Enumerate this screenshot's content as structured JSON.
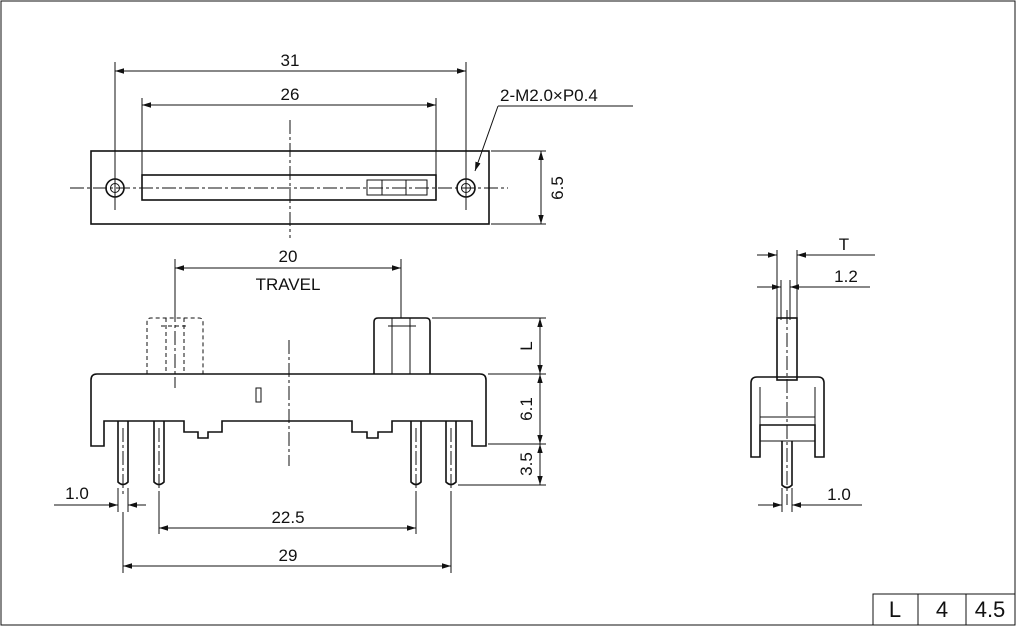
{
  "top_view": {
    "overall_width": "31",
    "hole_pitch": "26",
    "thread_note": "2-M2.0×P0.4",
    "height": "6.5"
  },
  "front_view": {
    "travel_value": "20",
    "travel_label": "TRAVEL",
    "lever_height": "L",
    "body_height": "6.1",
    "pin_length": "3.5",
    "pin_width": "1.0",
    "inner_pin_span": "22.5",
    "outer_pin_span": "29"
  },
  "side_view": {
    "lever_thickness": "T",
    "lever_width": "1.2",
    "pin_width": "1.0"
  },
  "table": {
    "header": "L",
    "values": [
      "4",
      "4.5"
    ]
  }
}
